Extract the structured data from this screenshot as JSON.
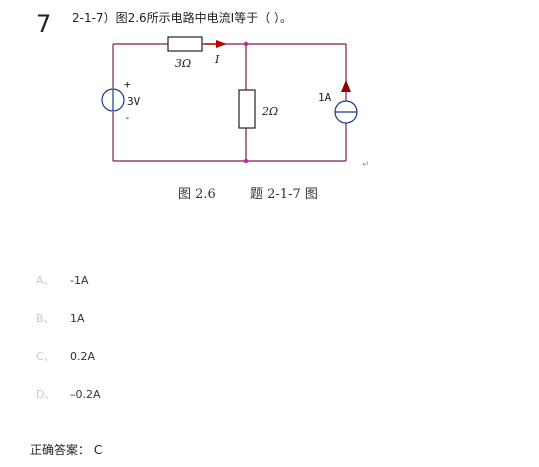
{
  "question": {
    "number": "7",
    "text": "2-1-7）图2.6所示电路中电流I等于（ ）。"
  },
  "figure": {
    "labels": {
      "r_series": "3Ω",
      "current_i": "I",
      "source_plus": "+",
      "voltage": "3V",
      "source_minus": "-",
      "r_shunt": "2Ω",
      "current_source": "1A"
    },
    "caption_left": "图 2.6",
    "caption_right": "题 2-1-7 图",
    "return_mark": "↵",
    "colors": {
      "wire": "#7a1f4c",
      "arrow": "#c00000",
      "node": "#d020a0"
    }
  },
  "options": [
    {
      "letter": "A、",
      "value": "-1A"
    },
    {
      "letter": "B、",
      "value": "1A"
    },
    {
      "letter": "C、",
      "value": "0.2A"
    },
    {
      "letter": "D、",
      "value": "–0.2A"
    }
  ],
  "answer": {
    "label": "正确答案：",
    "value": "C"
  }
}
